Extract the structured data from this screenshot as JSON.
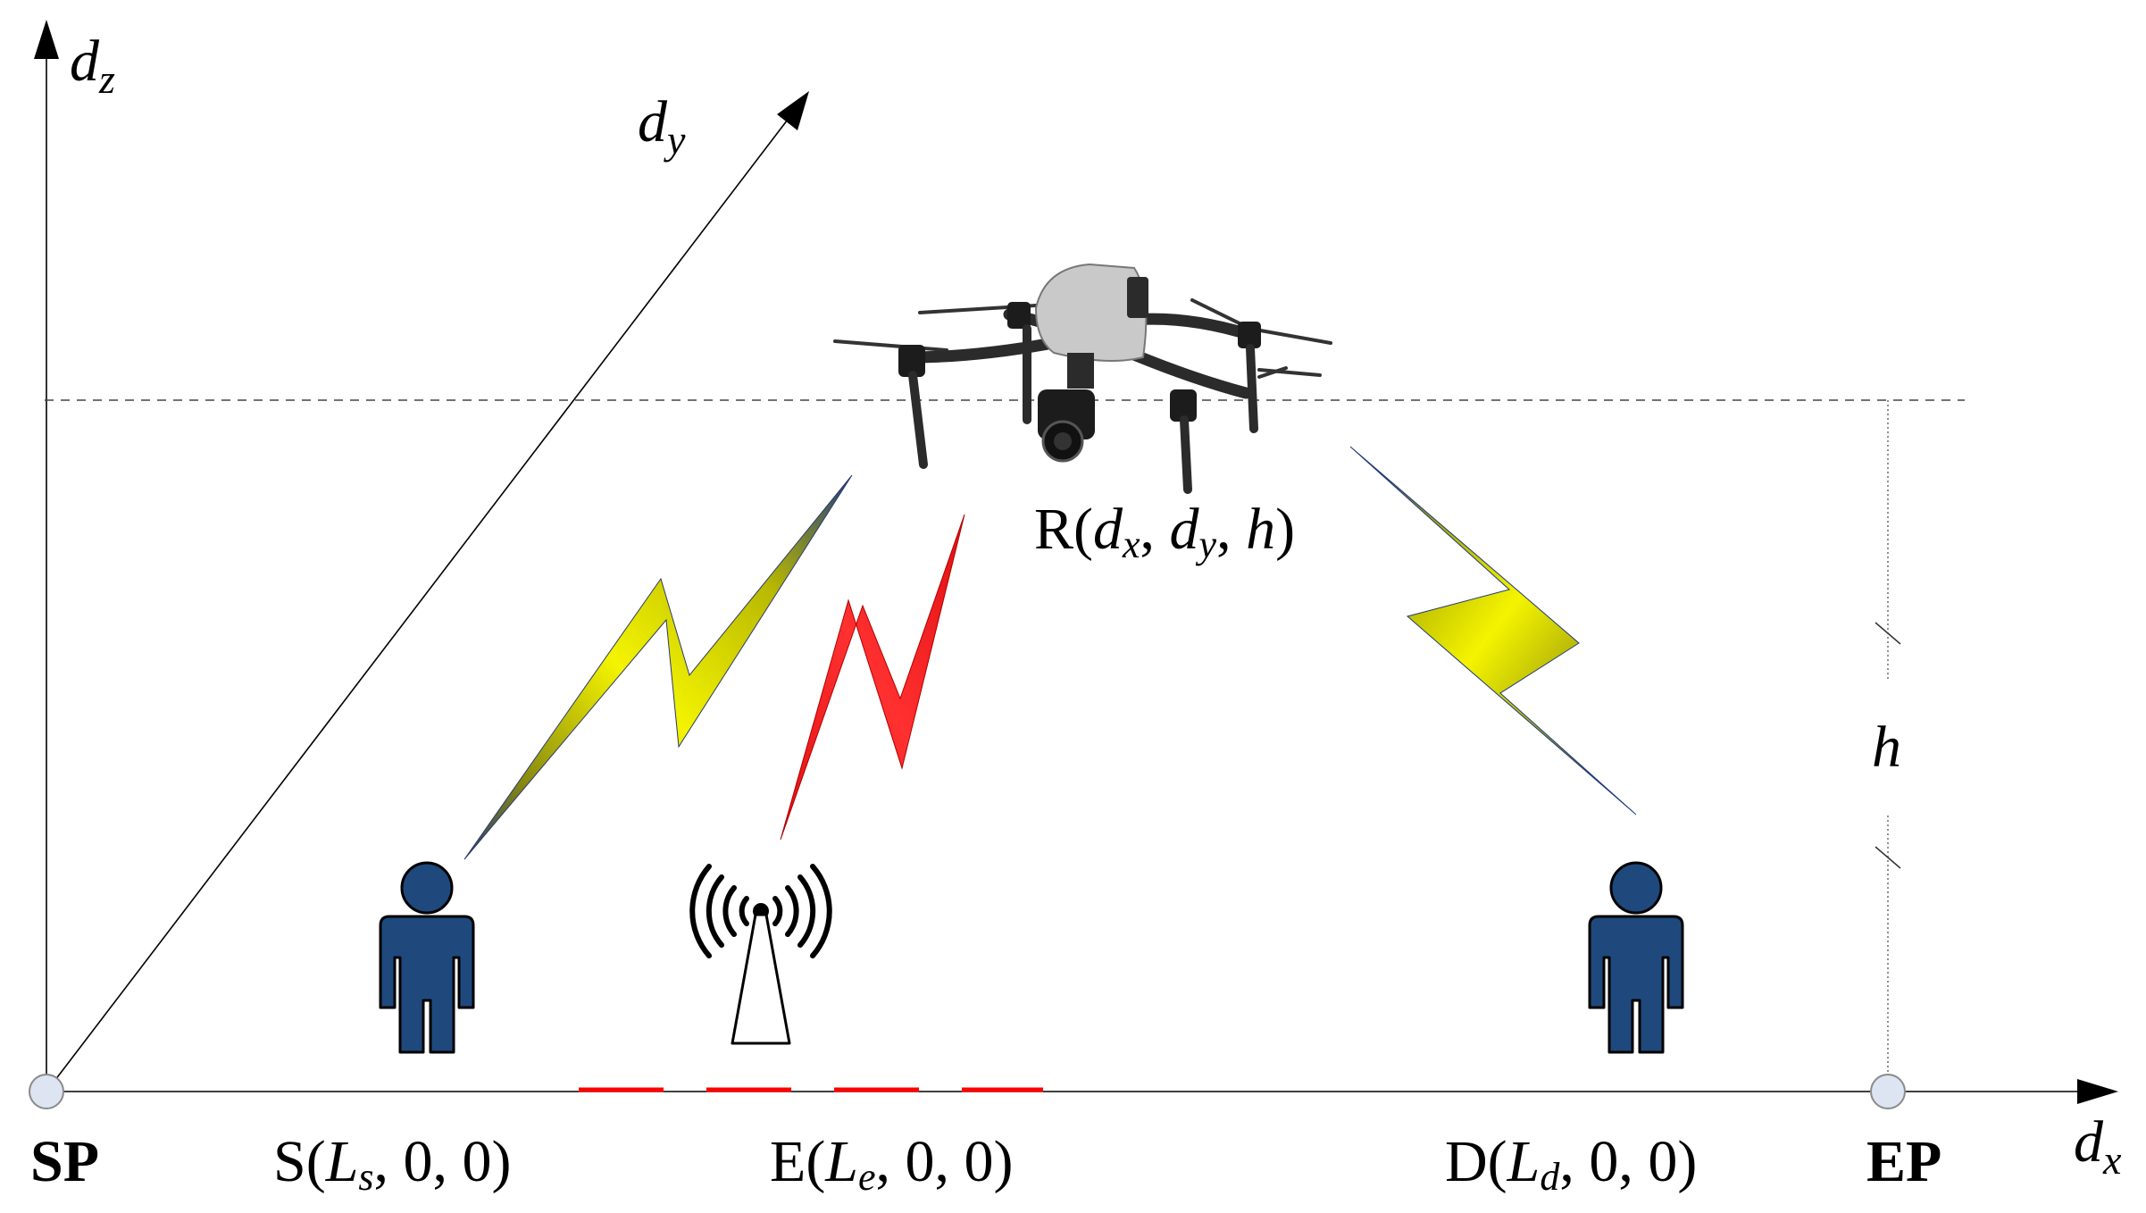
{
  "axes": {
    "z": {
      "base": "d",
      "sub": "z"
    },
    "y": {
      "base": "d",
      "sub": "y"
    },
    "x": {
      "base": "d",
      "sub": "x"
    }
  },
  "points": {
    "start": "SP",
    "end": "EP"
  },
  "nodes": {
    "source": {
      "prefix": "S(",
      "var": "L",
      "sub": "s",
      "rest": ", 0, 0)"
    },
    "eavesdropper": {
      "prefix": "E(",
      "var": "L",
      "sub": "e",
      "rest": ", 0, 0)"
    },
    "destination": {
      "prefix": "D(",
      "var": "L",
      "sub": "d",
      "rest": ", 0, 0)"
    },
    "relay": {
      "prefix": "R(",
      "v1": "d",
      "s1": "x",
      "sep1": ", ",
      "v2": "d",
      "s2": "y",
      "sep2": ", ",
      "v3": "h",
      "close": ")"
    }
  },
  "height_label": "h",
  "colors": {
    "user": "#1f497d",
    "legit_link": "#e8e800",
    "eaves_link": "#ff2a2a",
    "eaves_dash": "#ff0000",
    "node_fill": "#dde4f2"
  },
  "icons": {
    "source": "person-icon",
    "destination": "person-icon",
    "eavesdropper": "antenna-tower-icon",
    "relay": "drone-icon"
  }
}
